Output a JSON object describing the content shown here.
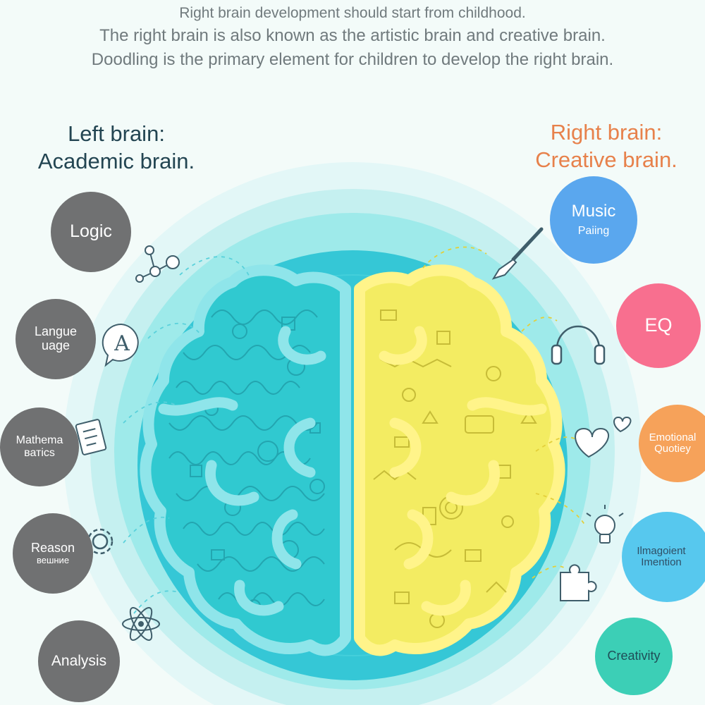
{
  "header": {
    "line1": "Right brain development should start from childhood.",
    "line2": "The right brain is also known as the artistic brain and creative brain.",
    "line3": "Doodling is the primary element for children to develop the right brain."
  },
  "left_heading": {
    "line1": "Left brain:",
    "line2": "Academic brain."
  },
  "right_heading": {
    "line1": "Right brain:",
    "line2": "Creative brain."
  },
  "left_items": [
    {
      "line1": "Logic",
      "line2": ""
    },
    {
      "line1": "Langue",
      "line2": "uage"
    },
    {
      "line1": "Mathema",
      "line2": "ватics"
    },
    {
      "line1": "Reason",
      "line2": "вешние"
    },
    {
      "line1": "Analysis",
      "line2": ""
    }
  ],
  "right_items": [
    {
      "line1": "Music",
      "line2": "Paiing",
      "color": "#5aa7ee",
      "text_color": "#ffffff"
    },
    {
      "line1": "EQ",
      "line2": "",
      "color": "#f86f8f",
      "text_color": "#ffffff"
    },
    {
      "line1": "Emotional",
      "line2": "Quotiey",
      "color": "#f6a25a",
      "text_color": "#ffffff"
    },
    {
      "line1": "Ilmagoient",
      "line2": "Imention",
      "color": "#57c8ee",
      "text_color": "#2f4f66"
    },
    {
      "line1": "Creativity",
      "line2": "",
      "color": "#3ccfb6",
      "text_color": "#1f4d57"
    }
  ],
  "colors": {
    "left_hemisphere": "#30c9d0",
    "left_outline": "#8fe5ea",
    "right_hemisphere": "#f3ec62",
    "right_outline": "#fff48a",
    "disc": "#35c7d6",
    "left_heading": "#234552",
    "right_heading": "#e7814b"
  },
  "icons": [
    "molecule-icon",
    "letter-a-bubble-icon",
    "document-icon",
    "gear-icon",
    "atom-icon",
    "paintbrush-icon",
    "headphones-icon",
    "heart-icon",
    "lightbulb-icon",
    "puzzle-piece-icon"
  ]
}
